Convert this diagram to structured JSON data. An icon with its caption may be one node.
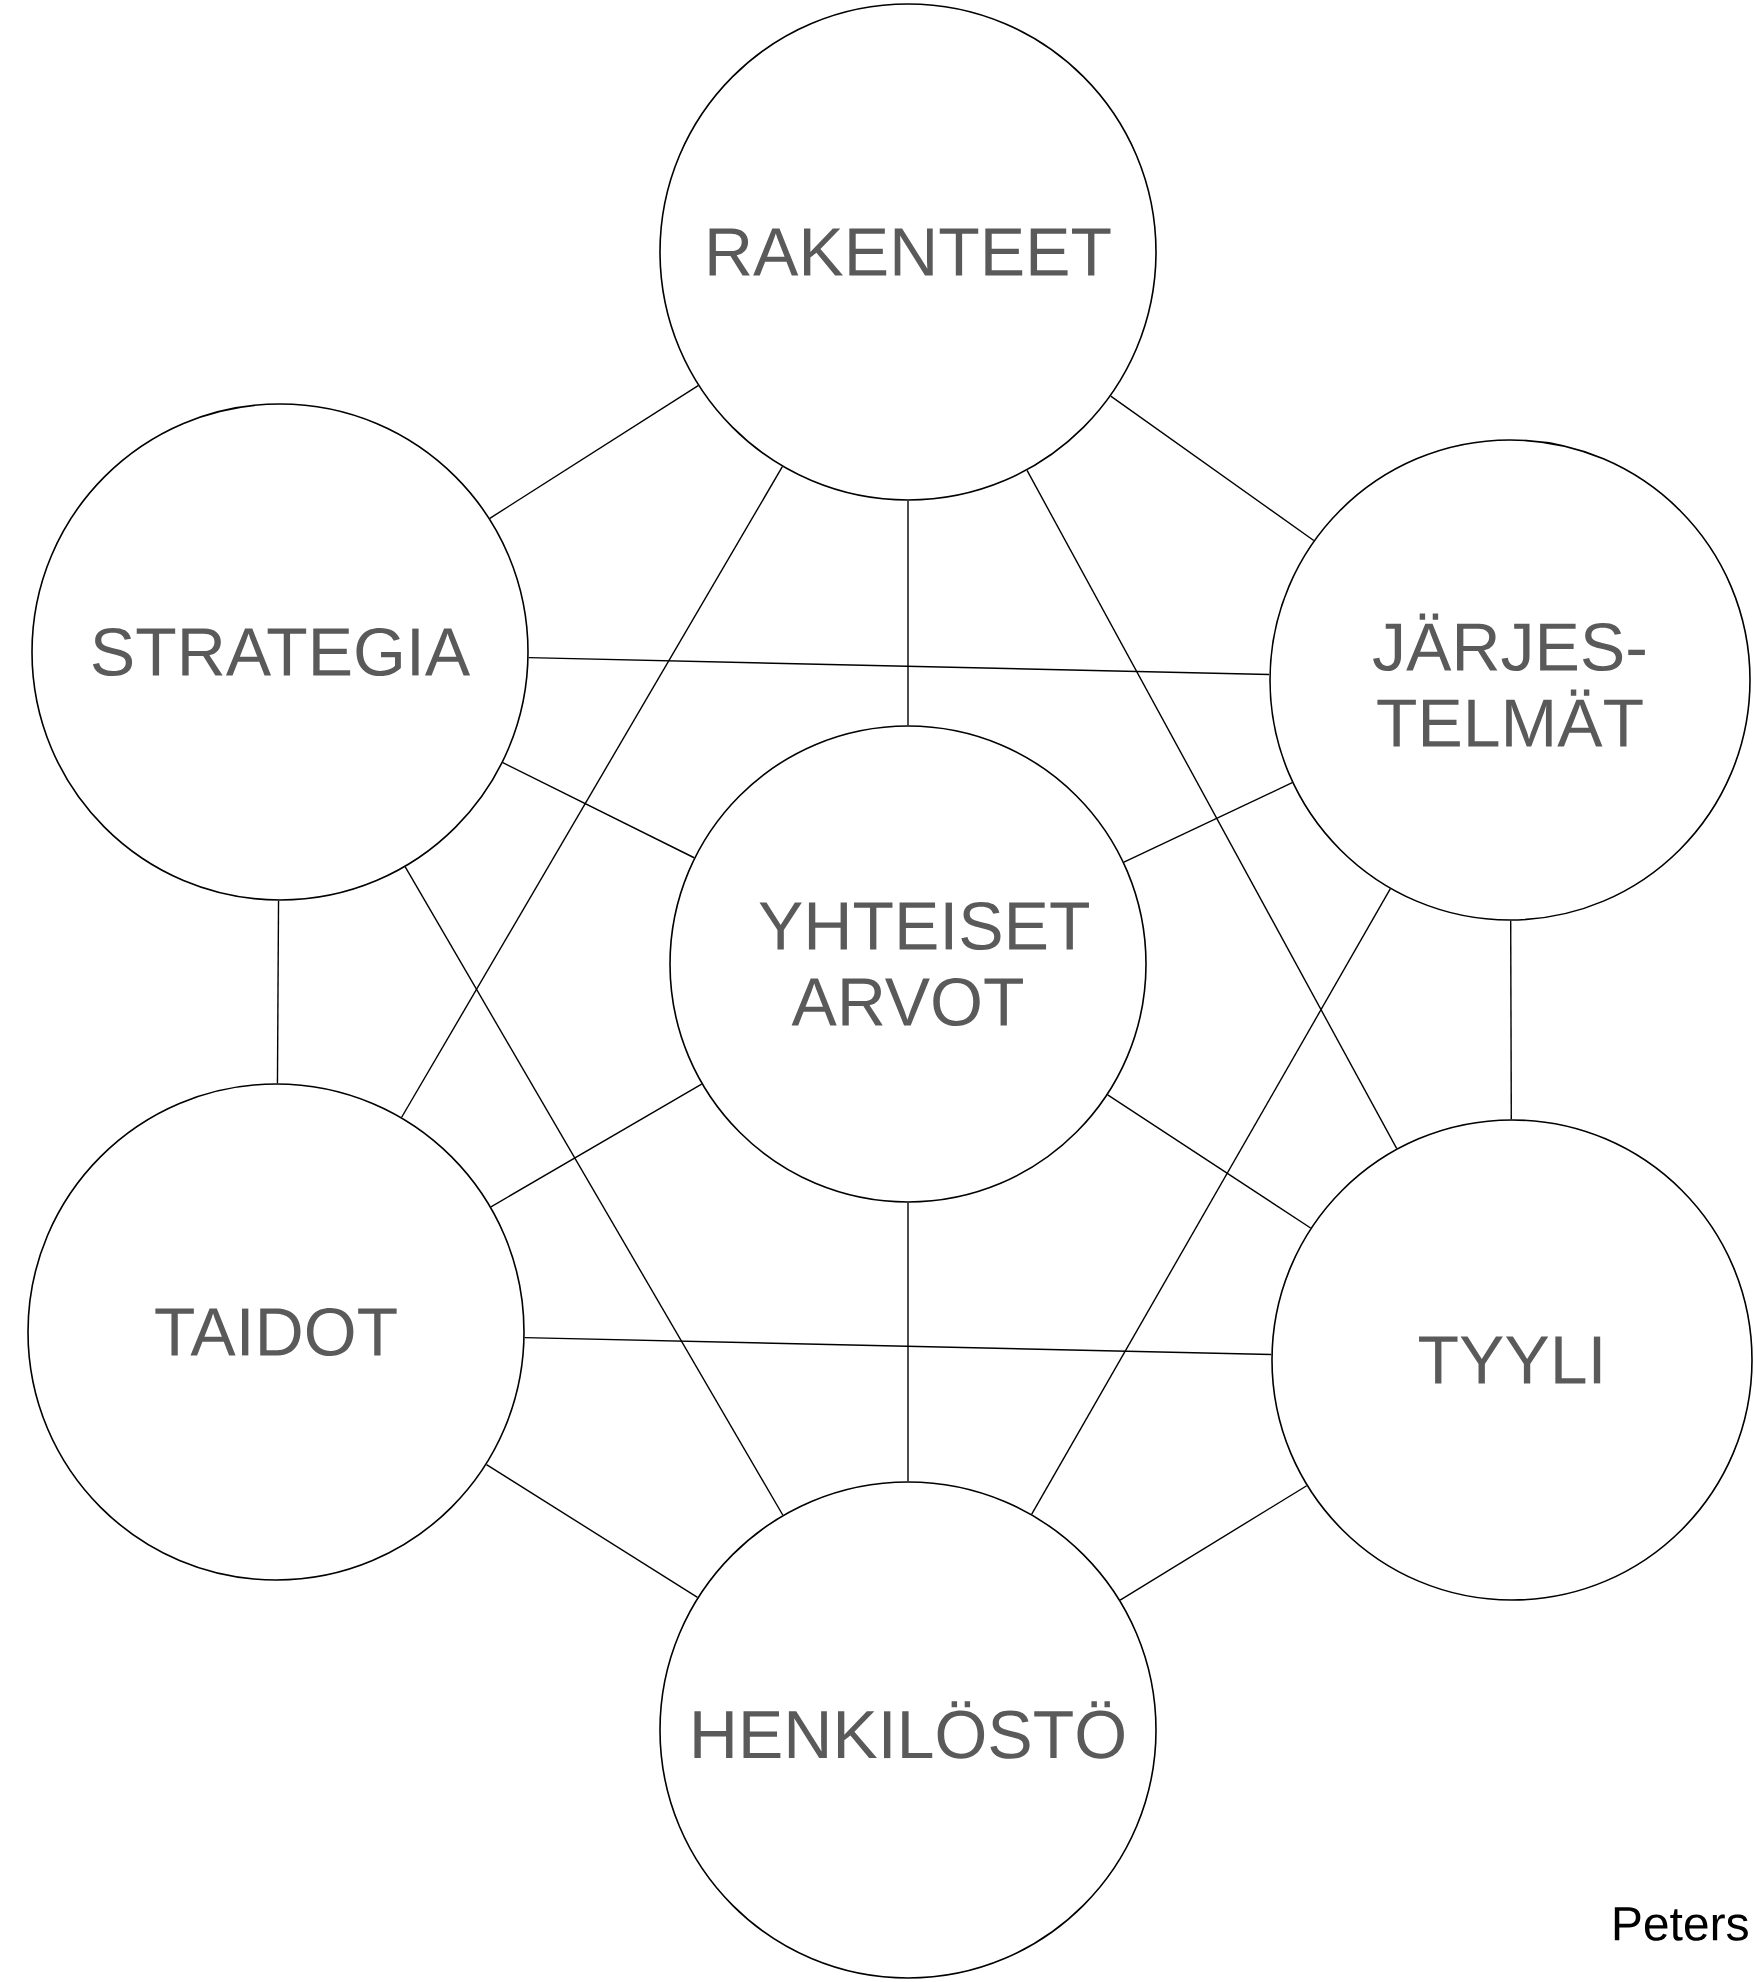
{
  "diagram": {
    "nodes": [
      {
        "text": [
          "RAKENTEET"
        ]
      },
      {
        "text": [
          "STRATEGIA"
        ]
      },
      {
        "text": [
          "JÄRJES- TELMÄT"
        ]
      },
      {
        "text": [
          "YHTEISET ARVOT"
        ]
      },
      {
        "text": [
          "TAIDOT"
        ]
      },
      {
        "text": [
          "TYYLI"
        ]
      },
      {
        "text": [
          "HENKILÖSTÖ"
        ]
      }
    ],
    "edges": [
      {
        "from": 0,
        "to": 1,
        "arrow": "none"
      },
      {
        "from": 0,
        "to": 2,
        "arrow": "none"
      },
      {
        "from": 0,
        "to": 3,
        "arrow": "none"
      },
      {
        "from": 0,
        "to": 4,
        "arrow": "none"
      },
      {
        "from": 0,
        "to": 5,
        "arrow": "none"
      },
      {
        "from": 1,
        "to": 2,
        "arrow": "none"
      },
      {
        "from": 1,
        "to": 3,
        "arrow": "none"
      },
      {
        "from": 1,
        "to": 4,
        "arrow": "none"
      },
      {
        "from": 1,
        "to": 6,
        "arrow": "none"
      },
      {
        "from": 2,
        "to": 3,
        "arrow": "none"
      },
      {
        "from": 2,
        "to": 5,
        "arrow": "none"
      },
      {
        "from": 2,
        "to": 6,
        "arrow": "none"
      },
      {
        "from": 3,
        "to": 4,
        "arrow": "none"
      },
      {
        "from": 3,
        "to": 5,
        "arrow": "none"
      },
      {
        "from": 3,
        "to": 6,
        "arrow": "none"
      },
      {
        "from": 4,
        "to": 5,
        "arrow": "none"
      },
      {
        "from": 4,
        "to": 6,
        "arrow": "none"
      },
      {
        "from": 5,
        "to": 6,
        "arrow": "none"
      }
    ],
    "labels": [
      "Peters"
    ]
  }
}
